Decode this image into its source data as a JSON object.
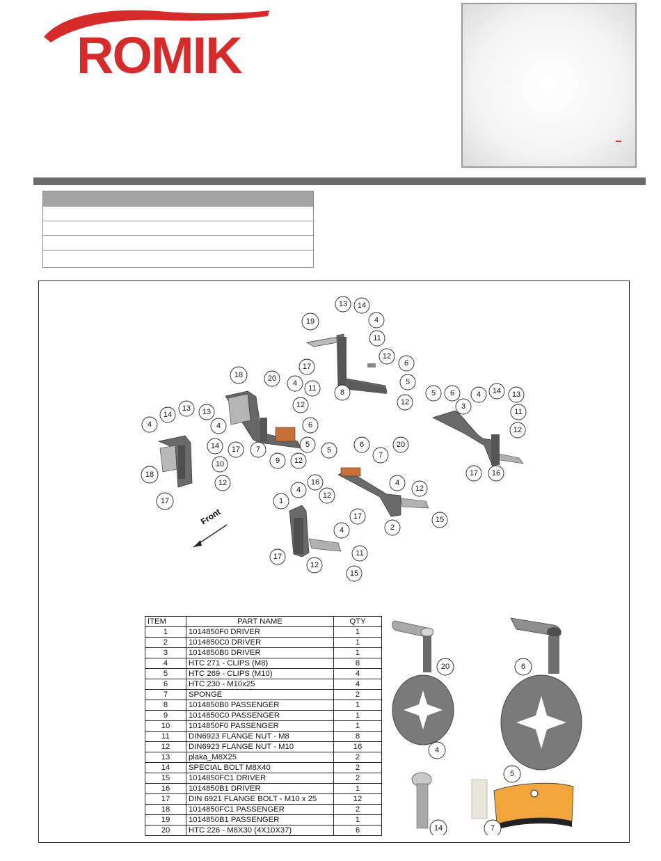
{
  "logo": {
    "text": "ROMIK"
  },
  "colors": {
    "brand_red": "#d52b2b",
    "rule_grey": "#6b6b6b"
  },
  "diagram": {
    "front_label": "Front"
  },
  "bom": {
    "headers": [
      "ITEM",
      "PART NAME",
      "QTY"
    ],
    "rows": [
      [
        "1",
        "1014850F0 DRIVER",
        "1"
      ],
      [
        "2",
        "1014850C0 DRIVER",
        "1"
      ],
      [
        "3",
        "1014850B0 DRIVER",
        "1"
      ],
      [
        "4",
        "HTC 271 - CLIPS (M8)",
        "8"
      ],
      [
        "5",
        "HTC 269 - CLIPS (M10)",
        "4"
      ],
      [
        "6",
        "HTC 230 - M10x25",
        "4"
      ],
      [
        "7",
        "SPONGE",
        "2"
      ],
      [
        "8",
        "1014850B0 PASSENGER",
        "1"
      ],
      [
        "9",
        "1014850C0 PASSENGER",
        "1"
      ],
      [
        "10",
        "1014850F0 PASSENGER",
        "1"
      ],
      [
        "11",
        "DIN6923 FLANGE NUT - M8",
        "8"
      ],
      [
        "12",
        "DIN6923 FLANGE NUT - M10",
        "16"
      ],
      [
        "13",
        "plaka_M8X25",
        "2"
      ],
      [
        "14",
        "SPECIAL BOLT M8X40",
        "2"
      ],
      [
        "15",
        "1014850FC1 DRIVER",
        "2"
      ],
      [
        "16",
        "1014850B1 DRIVER",
        "1"
      ],
      [
        "17",
        "DIN 6921 FLANGE BOLT - M10 x 25",
        "12"
      ],
      [
        "18",
        "1014850FC1 PASSENGER",
        "2"
      ],
      [
        "19",
        "1014850B1 PASSENGER",
        "1"
      ],
      [
        "20",
        "HTC 226 - M8X30 (4X10X37)",
        "6"
      ]
    ]
  },
  "thumbnails": {
    "labels": [
      "20",
      "6",
      "4",
      "5",
      "14",
      "7"
    ]
  }
}
